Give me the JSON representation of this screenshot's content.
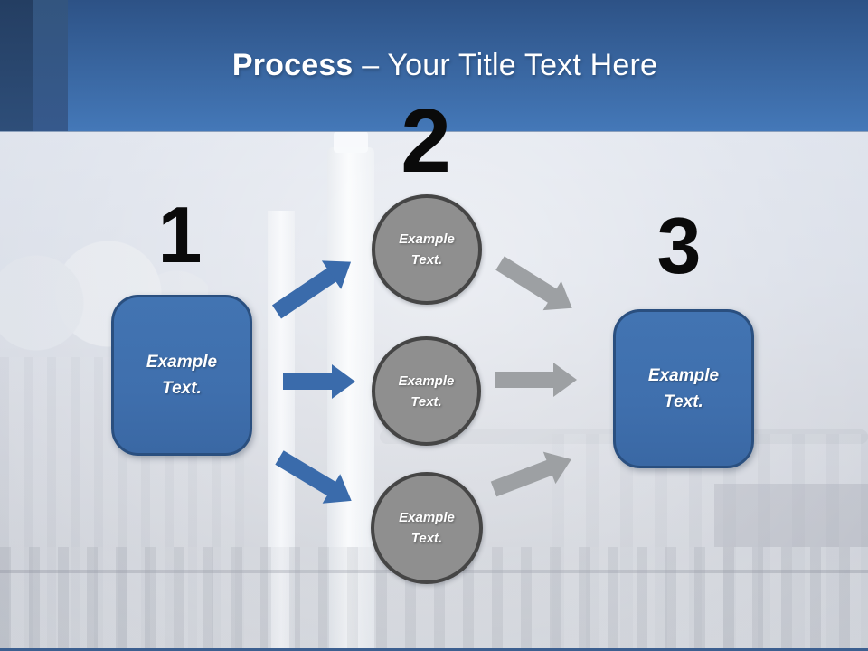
{
  "slide": {
    "title": {
      "emphasis": "Process",
      "rest": "– Your Title Text Here"
    },
    "numbers": {
      "one": "1",
      "two": "2",
      "three": "3"
    },
    "left_box": {
      "label": "Example Text."
    },
    "right_box": {
      "label": "Example Text."
    },
    "circles": [
      {
        "label": "Example Text."
      },
      {
        "label": "Example Text."
      },
      {
        "label": "Example Text."
      }
    ]
  },
  "colors": {
    "header_top": "#2d5286",
    "header_bottom": "#4478b8",
    "stripe_dark": "#243e62",
    "stripe_mid": "#33557f",
    "sky": "#d2d8e4",
    "box_fill": "#3f6fad",
    "box_border": "#2a4f7f",
    "circle_fill": "#8f8f8f",
    "circle_border": "#454545",
    "arrow_blue": "#3a6bab",
    "arrow_gray": "#9da0a3",
    "number_color": "#0a0a0a",
    "title_color": "#ffffff",
    "label_color": "#ffffff",
    "bottom_line": "#3c5f90"
  }
}
